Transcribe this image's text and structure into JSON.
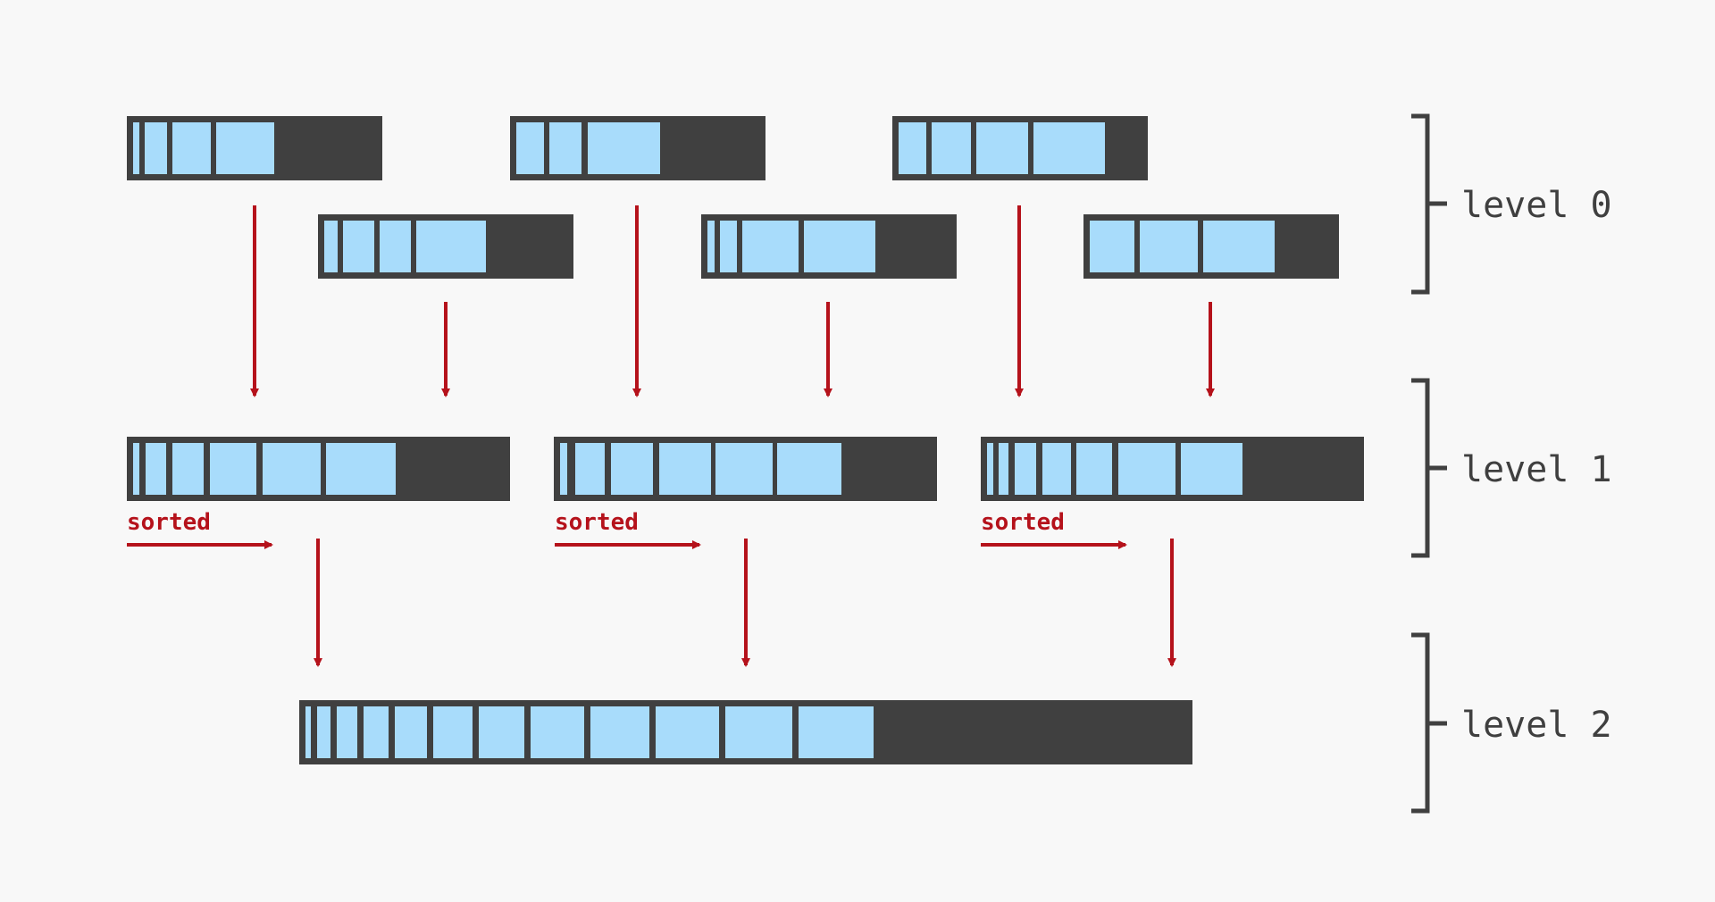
{
  "levels": [
    {
      "label": "level 0"
    },
    {
      "label": "level 1"
    },
    {
      "label": "level 2"
    }
  ],
  "sorted_label": "sorted",
  "colors": {
    "background": "#f8f8f8",
    "block_fill": "#404040",
    "entry_fill": "#a8dcfb",
    "arrow": "#b5121b",
    "bracket": "#404040",
    "label_text": "#3f3f3f"
  }
}
